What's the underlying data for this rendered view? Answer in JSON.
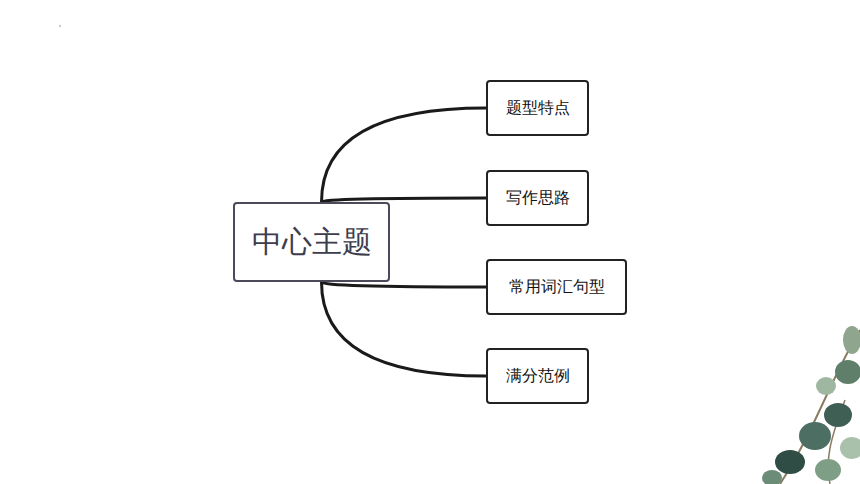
{
  "diagram": {
    "nodes": [
      {
        "text": [
          "中心主题"
        ]
      },
      {
        "text": [
          "题型特点"
        ]
      },
      {
        "text": [
          "写作思路"
        ]
      },
      {
        "text": [
          "常用词汇句型"
        ]
      },
      {
        "text": [
          "满分范例"
        ]
      }
    ],
    "edges": [
      {
        "from": 0,
        "to": 1,
        "arrow": "none"
      },
      {
        "from": 0,
        "to": 2,
        "arrow": "none"
      },
      {
        "from": 0,
        "to": 3,
        "arrow": "none"
      },
      {
        "from": 0,
        "to": 4,
        "arrow": "none"
      }
    ]
  }
}
